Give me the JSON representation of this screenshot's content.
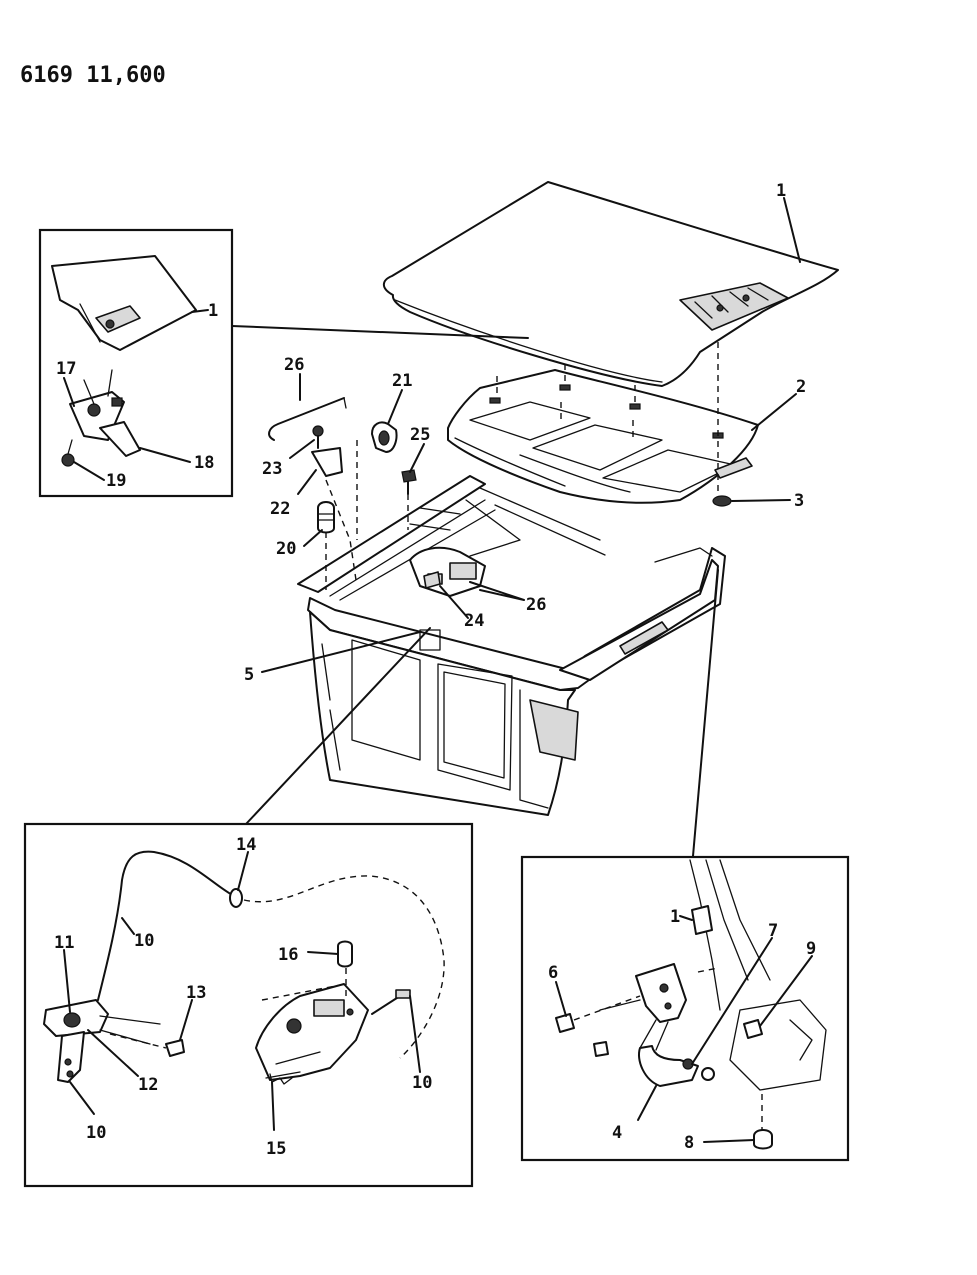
{
  "header": {
    "code": "6169 11,600"
  },
  "labels": {
    "p1_hood": "1",
    "p1_inset_tl": "1",
    "p1_inset_br": "1",
    "p2": "2",
    "p3": "3",
    "p4": "4",
    "p5": "5",
    "p6": "6",
    "p7": "7",
    "p8": "8",
    "p9": "9",
    "p10_a": "10",
    "p10_b": "10",
    "p10_c": "10",
    "p11": "11",
    "p12": "12",
    "p13": "13",
    "p14": "14",
    "p15": "15",
    "p16": "16",
    "p17": "17",
    "p18": "18",
    "p19": "19",
    "p20": "20",
    "p21": "21",
    "p22": "22",
    "p23": "23",
    "p24": "24",
    "p25": "25",
    "p26_a": "26",
    "p26_b": "26"
  }
}
